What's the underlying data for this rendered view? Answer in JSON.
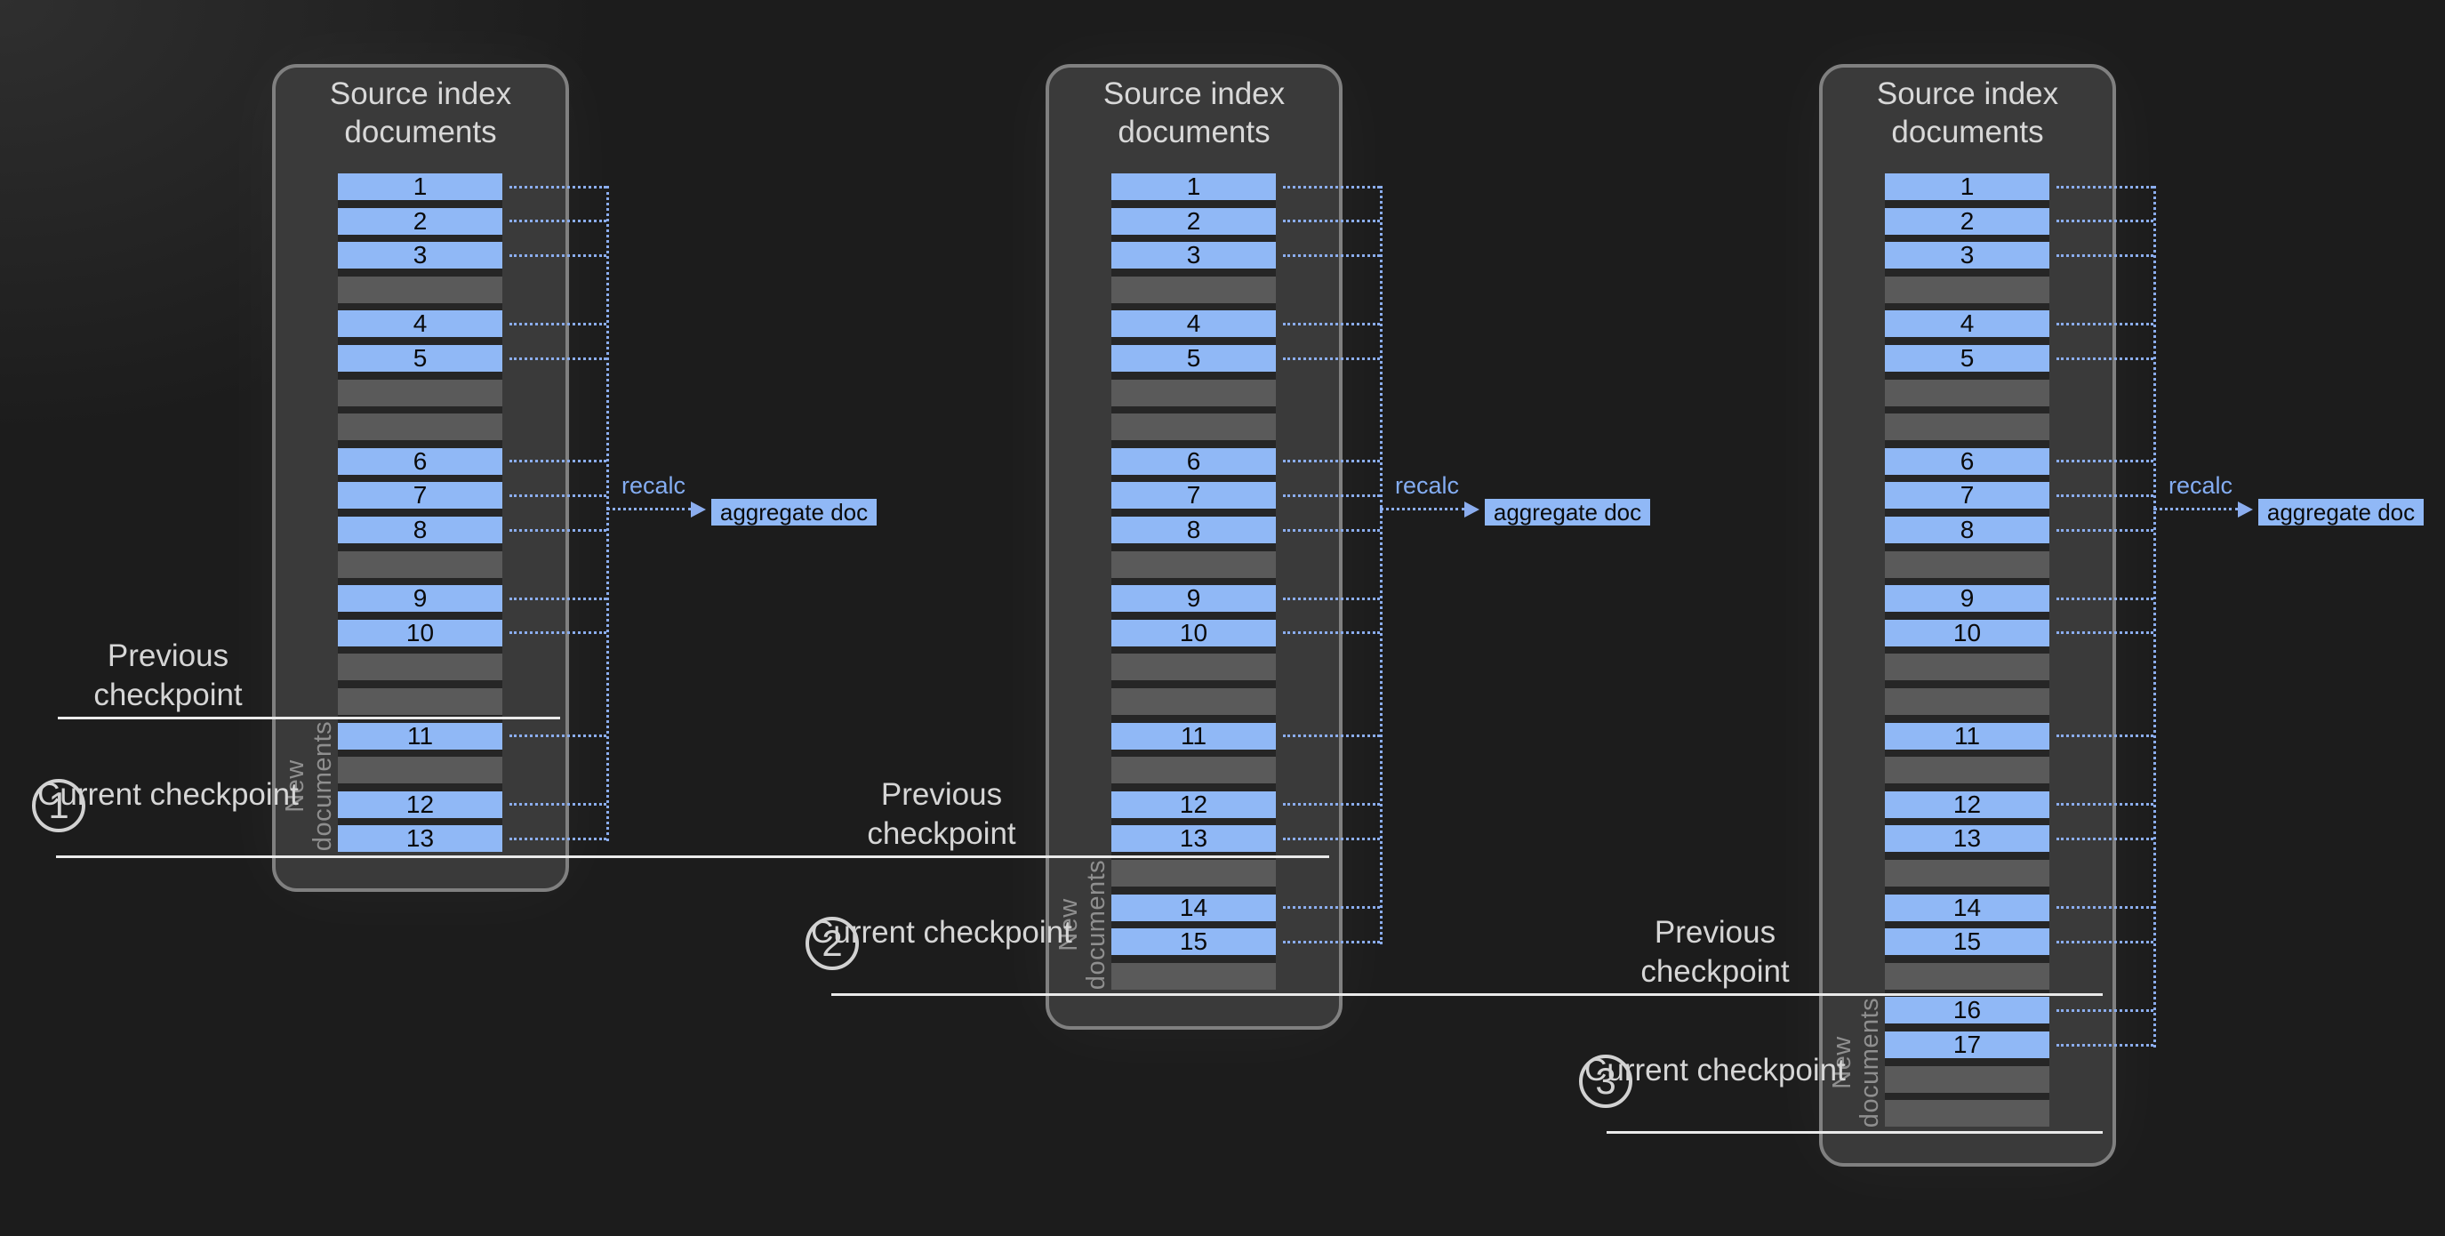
{
  "colors": {
    "page_bg": "#1c1c1c",
    "vignette": "#2f2f2f",
    "panel_bg": "#3a3a3a",
    "panel_border": "#808080",
    "row_strip": "#262626",
    "doc_blue": "#90b8f6",
    "empty_gray": "#5a5a5a",
    "row_text": "#0a0a0a",
    "dotted_blue": "#8badee",
    "recalc_text": "#84adf2",
    "checkpoint_line": "#eaeaea",
    "label_text": "#d6d6d6",
    "muted_text": "#8f8f8f",
    "badge_color": "#d2d2d2",
    "title_text": "#d8d8d8"
  },
  "panels": [
    {
      "title": "Source index documents",
      "rows": [
        {
          "type": "doc",
          "label": "1"
        },
        {
          "type": "doc",
          "label": "2"
        },
        {
          "type": "doc",
          "label": "3"
        },
        {
          "type": "empty",
          "label": ""
        },
        {
          "type": "doc",
          "label": "4"
        },
        {
          "type": "doc",
          "label": "5"
        },
        {
          "type": "empty",
          "label": ""
        },
        {
          "type": "empty",
          "label": ""
        },
        {
          "type": "doc",
          "label": "6"
        },
        {
          "type": "doc",
          "label": "7"
        },
        {
          "type": "doc",
          "label": "8"
        },
        {
          "type": "empty",
          "label": ""
        },
        {
          "type": "doc",
          "label": "9"
        },
        {
          "type": "doc",
          "label": "10"
        },
        {
          "type": "empty",
          "label": ""
        },
        {
          "type": "empty",
          "label": ""
        },
        {
          "type": "doc",
          "label": "11"
        },
        {
          "type": "empty",
          "label": ""
        },
        {
          "type": "doc",
          "label": "12"
        },
        {
          "type": "doc",
          "label": "13"
        }
      ],
      "new_documents_label": "New documents",
      "recalc_label": "recalc",
      "aggregate_doc_label": "aggregate doc",
      "previous_checkpoint_label": "Previous checkpoint",
      "current_checkpoint_label": "Current checkpoint",
      "step_number": "1"
    },
    {
      "title": "Source index documents",
      "rows": [
        {
          "type": "doc",
          "label": "1"
        },
        {
          "type": "doc",
          "label": "2"
        },
        {
          "type": "doc",
          "label": "3"
        },
        {
          "type": "empty",
          "label": ""
        },
        {
          "type": "doc",
          "label": "4"
        },
        {
          "type": "doc",
          "label": "5"
        },
        {
          "type": "empty",
          "label": ""
        },
        {
          "type": "empty",
          "label": ""
        },
        {
          "type": "doc",
          "label": "6"
        },
        {
          "type": "doc",
          "label": "7"
        },
        {
          "type": "doc",
          "label": "8"
        },
        {
          "type": "empty",
          "label": ""
        },
        {
          "type": "doc",
          "label": "9"
        },
        {
          "type": "doc",
          "label": "10"
        },
        {
          "type": "empty",
          "label": ""
        },
        {
          "type": "empty",
          "label": ""
        },
        {
          "type": "doc",
          "label": "11"
        },
        {
          "type": "empty",
          "label": ""
        },
        {
          "type": "doc",
          "label": "12"
        },
        {
          "type": "doc",
          "label": "13"
        },
        {
          "type": "empty",
          "label": ""
        },
        {
          "type": "doc",
          "label": "14"
        },
        {
          "type": "doc",
          "label": "15"
        },
        {
          "type": "empty",
          "label": ""
        }
      ],
      "new_documents_label": "New documents",
      "recalc_label": "recalc",
      "aggregate_doc_label": "aggregate doc",
      "previous_checkpoint_label": "Previous checkpoint",
      "current_checkpoint_label": "Current checkpoint",
      "step_number": "2"
    },
    {
      "title": "Source index documents",
      "rows": [
        {
          "type": "doc",
          "label": "1"
        },
        {
          "type": "doc",
          "label": "2"
        },
        {
          "type": "doc",
          "label": "3"
        },
        {
          "type": "empty",
          "label": ""
        },
        {
          "type": "doc",
          "label": "4"
        },
        {
          "type": "doc",
          "label": "5"
        },
        {
          "type": "empty",
          "label": ""
        },
        {
          "type": "empty",
          "label": ""
        },
        {
          "type": "doc",
          "label": "6"
        },
        {
          "type": "doc",
          "label": "7"
        },
        {
          "type": "doc",
          "label": "8"
        },
        {
          "type": "empty",
          "label": ""
        },
        {
          "type": "doc",
          "label": "9"
        },
        {
          "type": "doc",
          "label": "10"
        },
        {
          "type": "empty",
          "label": ""
        },
        {
          "type": "empty",
          "label": ""
        },
        {
          "type": "doc",
          "label": "11"
        },
        {
          "type": "empty",
          "label": ""
        },
        {
          "type": "doc",
          "label": "12"
        },
        {
          "type": "doc",
          "label": "13"
        },
        {
          "type": "empty",
          "label": ""
        },
        {
          "type": "doc",
          "label": "14"
        },
        {
          "type": "doc",
          "label": "15"
        },
        {
          "type": "empty",
          "label": ""
        },
        {
          "type": "doc",
          "label": "16"
        },
        {
          "type": "doc",
          "label": "17"
        },
        {
          "type": "empty",
          "label": ""
        },
        {
          "type": "empty",
          "label": ""
        }
      ],
      "new_documents_label": "New documents",
      "recalc_label": "recalc",
      "aggregate_doc_label": "aggregate doc",
      "previous_checkpoint_label": "Previous checkpoint",
      "current_checkpoint_label": "Current checkpoint",
      "step_number": "3"
    }
  ]
}
